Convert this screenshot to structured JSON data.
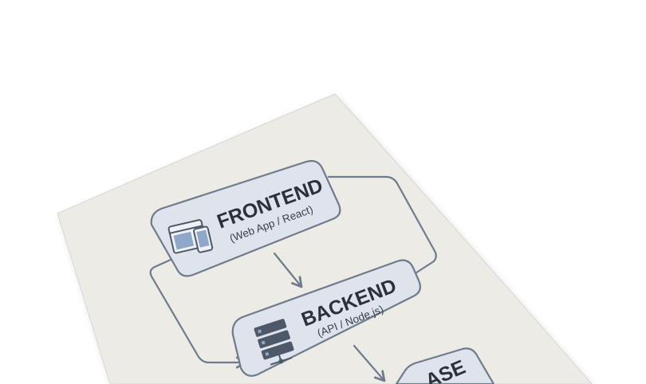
{
  "nodes": {
    "frontend": {
      "title": "FRONTEND",
      "subtitle": "(Web App / React)",
      "icon": "browser-and-phone-icon"
    },
    "backend": {
      "title": "BACKEND",
      "subtitle": "(API / Node.js)",
      "icon": "server-stack-icon"
    },
    "database": {
      "title": "ASE",
      "icon": "database-icon"
    }
  },
  "colors": {
    "paper": "#ecebe6",
    "box_fill": "#dfe4ec",
    "box_stroke": "#6f7b8c",
    "icon_fill": "#8fa7c8",
    "text": "#2b313b"
  }
}
